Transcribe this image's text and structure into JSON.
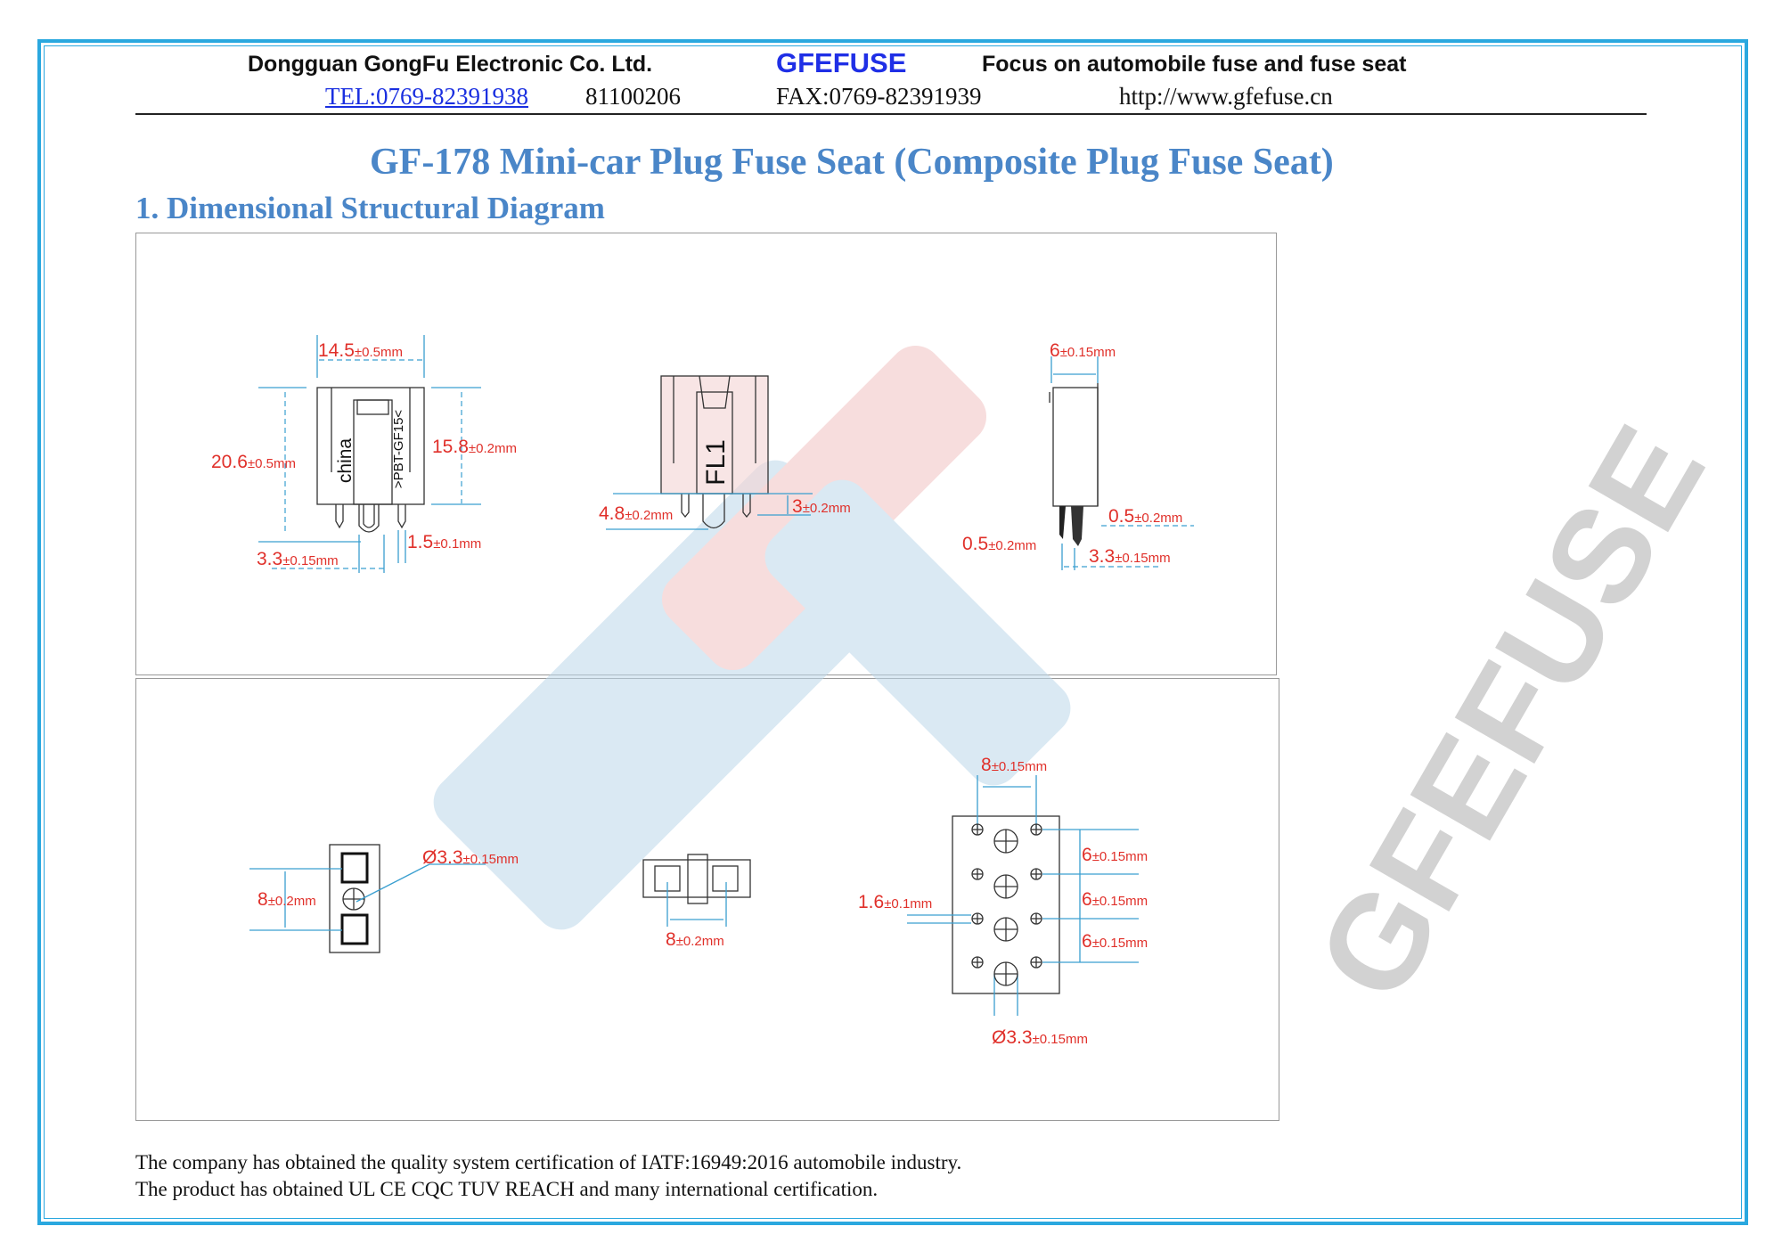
{
  "header": {
    "company": "Dongguan GongFu Electronic Co. Ltd.",
    "brand": "GFEFUSE",
    "slogan": "Focus on automobile fuse and fuse seat",
    "tel": "TEL:0769-82391938",
    "tel2": "81100206",
    "fax": "FAX:0769-82391939",
    "website": "http://www.gfefuse.cn"
  },
  "title": "GF-178 Mini-car Plug Fuse Seat (Composite Plug Fuse Seat)",
  "section_heading": "1.  Dimensional Structural Diagram",
  "watermark": "GFEFUSE",
  "colors": {
    "frame": "#2aa8df",
    "title": "#4a86c8",
    "dimension": "#e0302a",
    "brand": "#1f2fe6"
  },
  "diagram": {
    "front_marks": {
      "left": "china",
      "right": ">PBT-GF15<"
    },
    "fuse_mark": "FL1",
    "dims": [
      {
        "main": "14.5",
        "tol": "±0.5mm"
      },
      {
        "main": "20.6",
        "tol": "±0.5mm"
      },
      {
        "main": "15.8",
        "tol": "±0.2mm"
      },
      {
        "main": "1.5",
        "tol": "±0.1mm"
      },
      {
        "main": "3.3",
        "tol": "±0.15mm"
      },
      {
        "main": "4.8",
        "tol": "±0.2mm"
      },
      {
        "main": "3",
        "tol": "±0.2mm"
      },
      {
        "main": "6",
        "tol": "±0.15mm"
      },
      {
        "main": "0.5",
        "tol": "±0.2mm"
      },
      {
        "main": "0.5",
        "tol": "±0.2mm"
      },
      {
        "main": "3.3",
        "tol": "±0.15mm"
      },
      {
        "main": "8",
        "tol": "±0.2mm"
      },
      {
        "main": "Ø3.3",
        "tol": "±0.15mm"
      },
      {
        "main": "8",
        "tol": "±0.2mm"
      },
      {
        "main": "8",
        "tol": "±0.15mm"
      },
      {
        "main": "6",
        "tol": "±0.15mm"
      },
      {
        "main": "6",
        "tol": "±0.15mm"
      },
      {
        "main": "6",
        "tol": "±0.15mm"
      },
      {
        "main": "1.6",
        "tol": "±0.1mm"
      },
      {
        "main": "Ø3.3",
        "tol": "±0.15mm"
      }
    ]
  },
  "footer": [
    "The company has obtained the quality system certification of IATF:16949:2016 automobile industry.",
    "The product has obtained UL CE CQC TUV REACH and many international certification."
  ]
}
